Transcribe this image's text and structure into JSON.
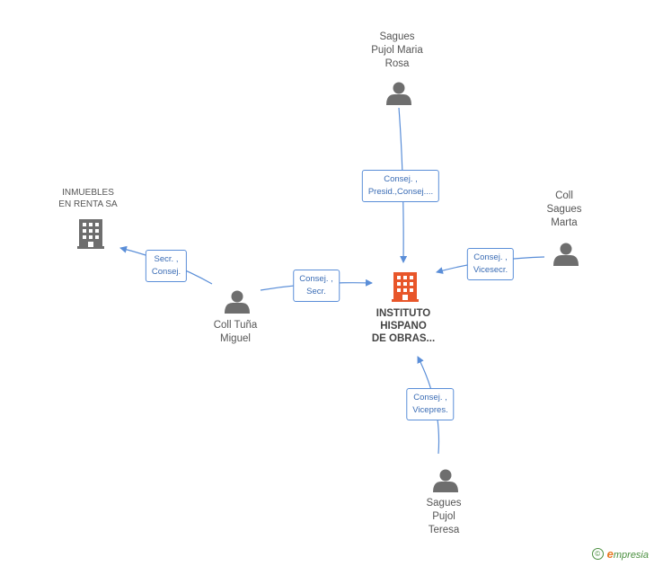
{
  "nodes": {
    "sagues_maria_rosa": {
      "label": [
        "Sagues",
        "Pujol Maria",
        "Rosa"
      ]
    },
    "inmuebles": {
      "label": [
        "INMUEBLES",
        "EN RENTA SA"
      ]
    },
    "coll_marta": {
      "label": [
        "Coll",
        "Sagues",
        "Marta"
      ]
    },
    "coll_miguel": {
      "label": [
        "Coll Tuña",
        "Miguel"
      ]
    },
    "instituto": {
      "label": [
        "INSTITUTO",
        "HISPANO",
        "DE OBRAS..."
      ]
    },
    "sagues_teresa": {
      "label": [
        "Sagues",
        "Pujol",
        "Teresa"
      ]
    }
  },
  "edges": {
    "rosa_instituto": [
      "Consej. ,",
      "Presid.,Consej...."
    ],
    "miguel_inmuebles": [
      "Secr. ,",
      "Consej."
    ],
    "miguel_instituto": [
      "Consej. ,",
      "Secr."
    ],
    "marta_instituto": [
      "Consej. ,",
      "Vicesecr."
    ],
    "teresa_instituto": [
      "Consej. ,",
      "Vicepres."
    ]
  },
  "footer": {
    "copyright": "©",
    "brand_e": "e",
    "brand_rest": "mpresia"
  },
  "colors": {
    "edge": "#5a8ed8",
    "person": "#6e6e6e",
    "company": "#6e6e6e",
    "main_company": "#e8562a"
  }
}
